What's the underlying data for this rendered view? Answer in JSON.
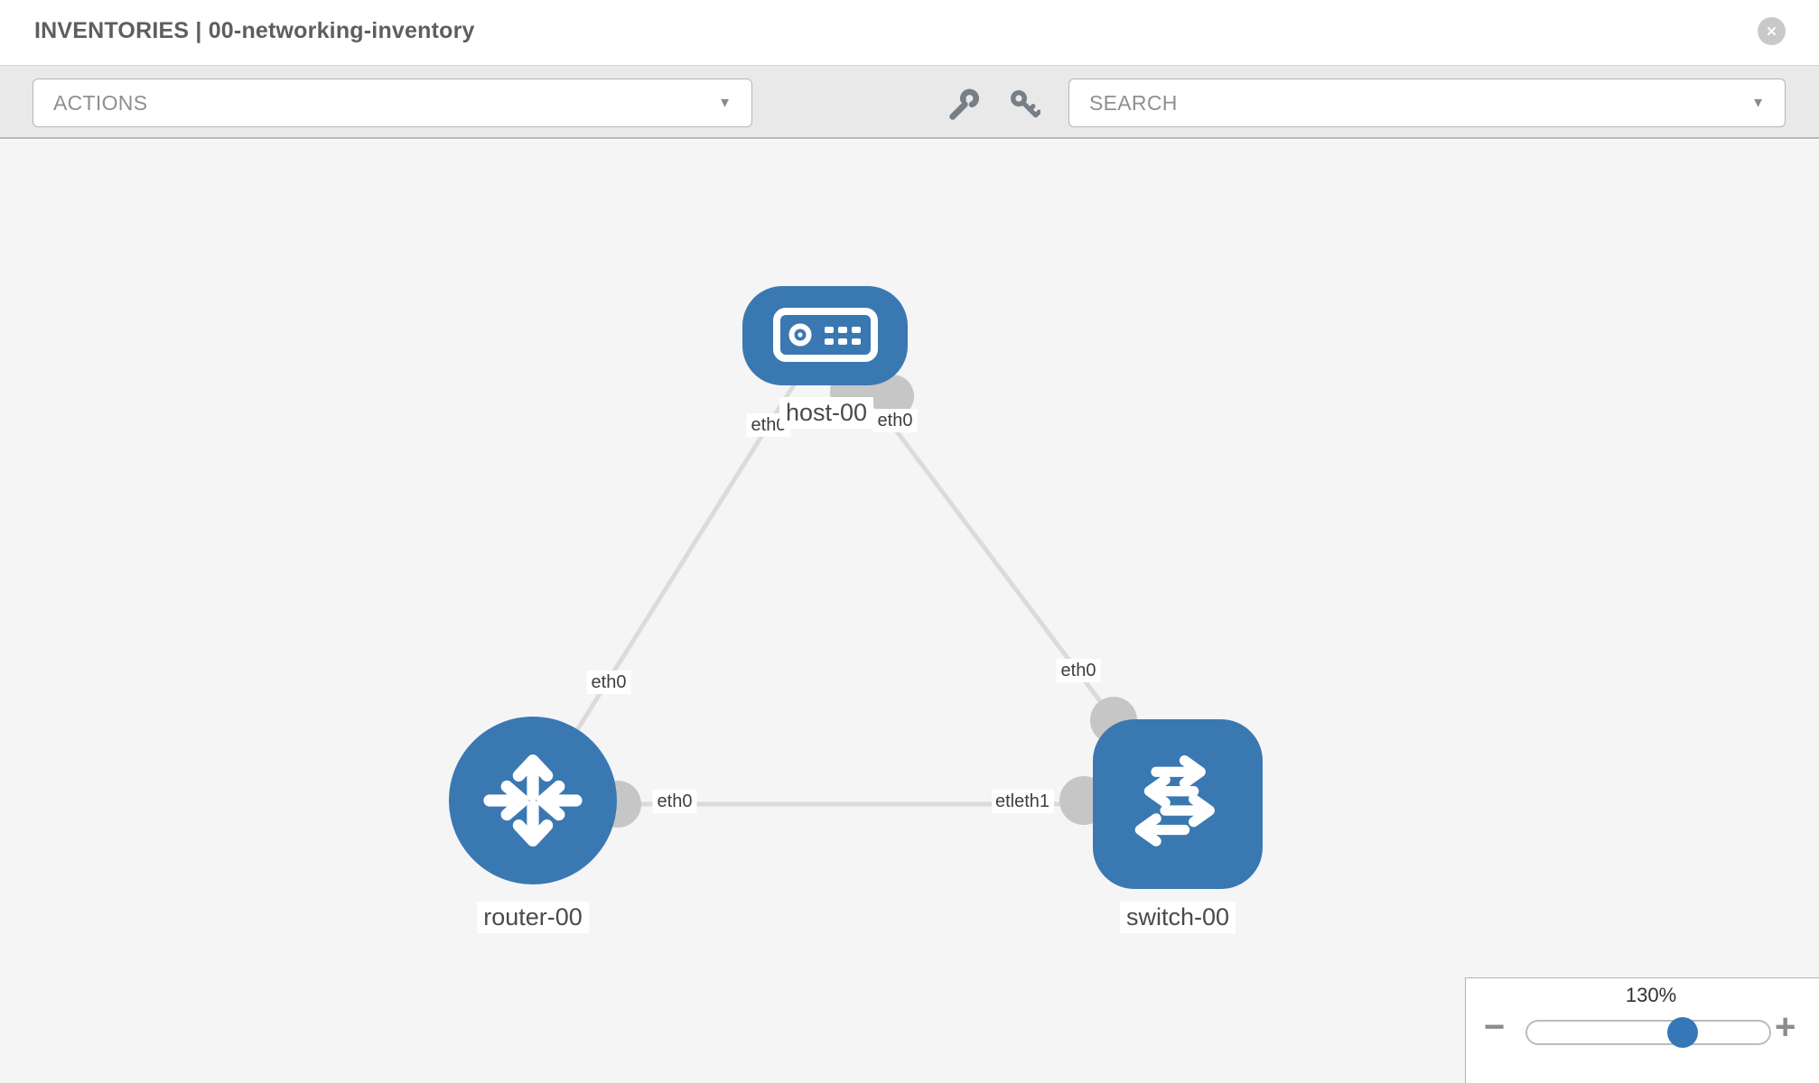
{
  "header": {
    "title": "INVENTORIES | 00-networking-inventory"
  },
  "toolbar": {
    "actions_placeholder": "ACTIONS",
    "search_placeholder": "SEARCH"
  },
  "icons": {
    "close_glyph": "✕",
    "caret_glyph": "▼",
    "minus_glyph": "−",
    "plus_glyph": "+"
  },
  "graph": {
    "nodes": [
      {
        "id": "host-00",
        "type": "host",
        "label": "host-00"
      },
      {
        "id": "router-00",
        "type": "router",
        "label": "router-00"
      },
      {
        "id": "switch-00",
        "type": "switch",
        "label": "switch-00"
      }
    ],
    "links": [
      {
        "from": "host-00",
        "to": "router-00",
        "from_interface": "eth0",
        "to_interface": "eth0"
      },
      {
        "from": "host-00",
        "to": "switch-00",
        "from_interface": "eth0",
        "to_interface": "eth0"
      },
      {
        "from": "router-00",
        "to": "switch-00",
        "from_interface": "eth0",
        "to_interface": "eth1"
      }
    ],
    "interface_labels": {
      "host_left": "eth0",
      "host_right": "eth0",
      "router_top": "eth0",
      "switch_top": "eth0",
      "router_right": "eth0",
      "switch_left_fragment": "etl",
      "switch_left": "eth1"
    },
    "colors": {
      "node_fill": "#3a78b2",
      "link": "#dbdbdb",
      "interface_dot": "#c6c6c6",
      "canvas_background": "#f5f5f5"
    }
  },
  "zoom_panel": {
    "level": "130%"
  }
}
